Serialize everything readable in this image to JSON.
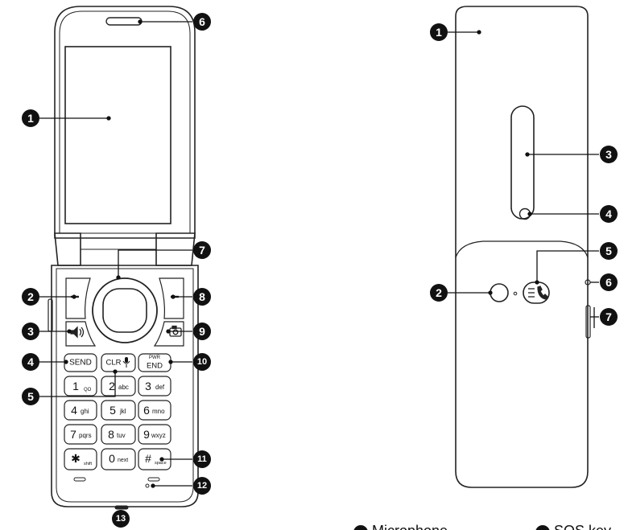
{
  "front": {
    "callouts": [
      "1",
      "2",
      "3",
      "4",
      "5",
      "6",
      "7",
      "8",
      "9",
      "10",
      "11",
      "12",
      "13"
    ],
    "keys": {
      "send": "SEND",
      "clr": "CLR",
      "pwr": "PWR",
      "end": "END",
      "k1_main": "1",
      "k1_sub": "QO",
      "k2_main": "2",
      "k2_sub": "abc",
      "k3_main": "3",
      "k3_sub": "def",
      "k4_main": "4",
      "k4_sub": "ghi",
      "k5_main": "5",
      "k5_sub": "jkl",
      "k6_main": "6",
      "k6_sub": "mno",
      "k7_main": "7",
      "k7_sub": "pqrs",
      "k8_main": "8",
      "k8_sub": "tuv",
      "k9_main": "9",
      "k9_sub": "wxyz",
      "kstar_main": "✱",
      "kstar_sub": "shift",
      "k0_main": "0",
      "k0_sub": "next",
      "khash_main": "#",
      "khash_sub": "space"
    }
  },
  "back": {
    "callouts": [
      "1",
      "2",
      "3",
      "4",
      "5",
      "6",
      "7"
    ]
  },
  "captions": {
    "left": "Microphone",
    "right": "SOS key"
  }
}
